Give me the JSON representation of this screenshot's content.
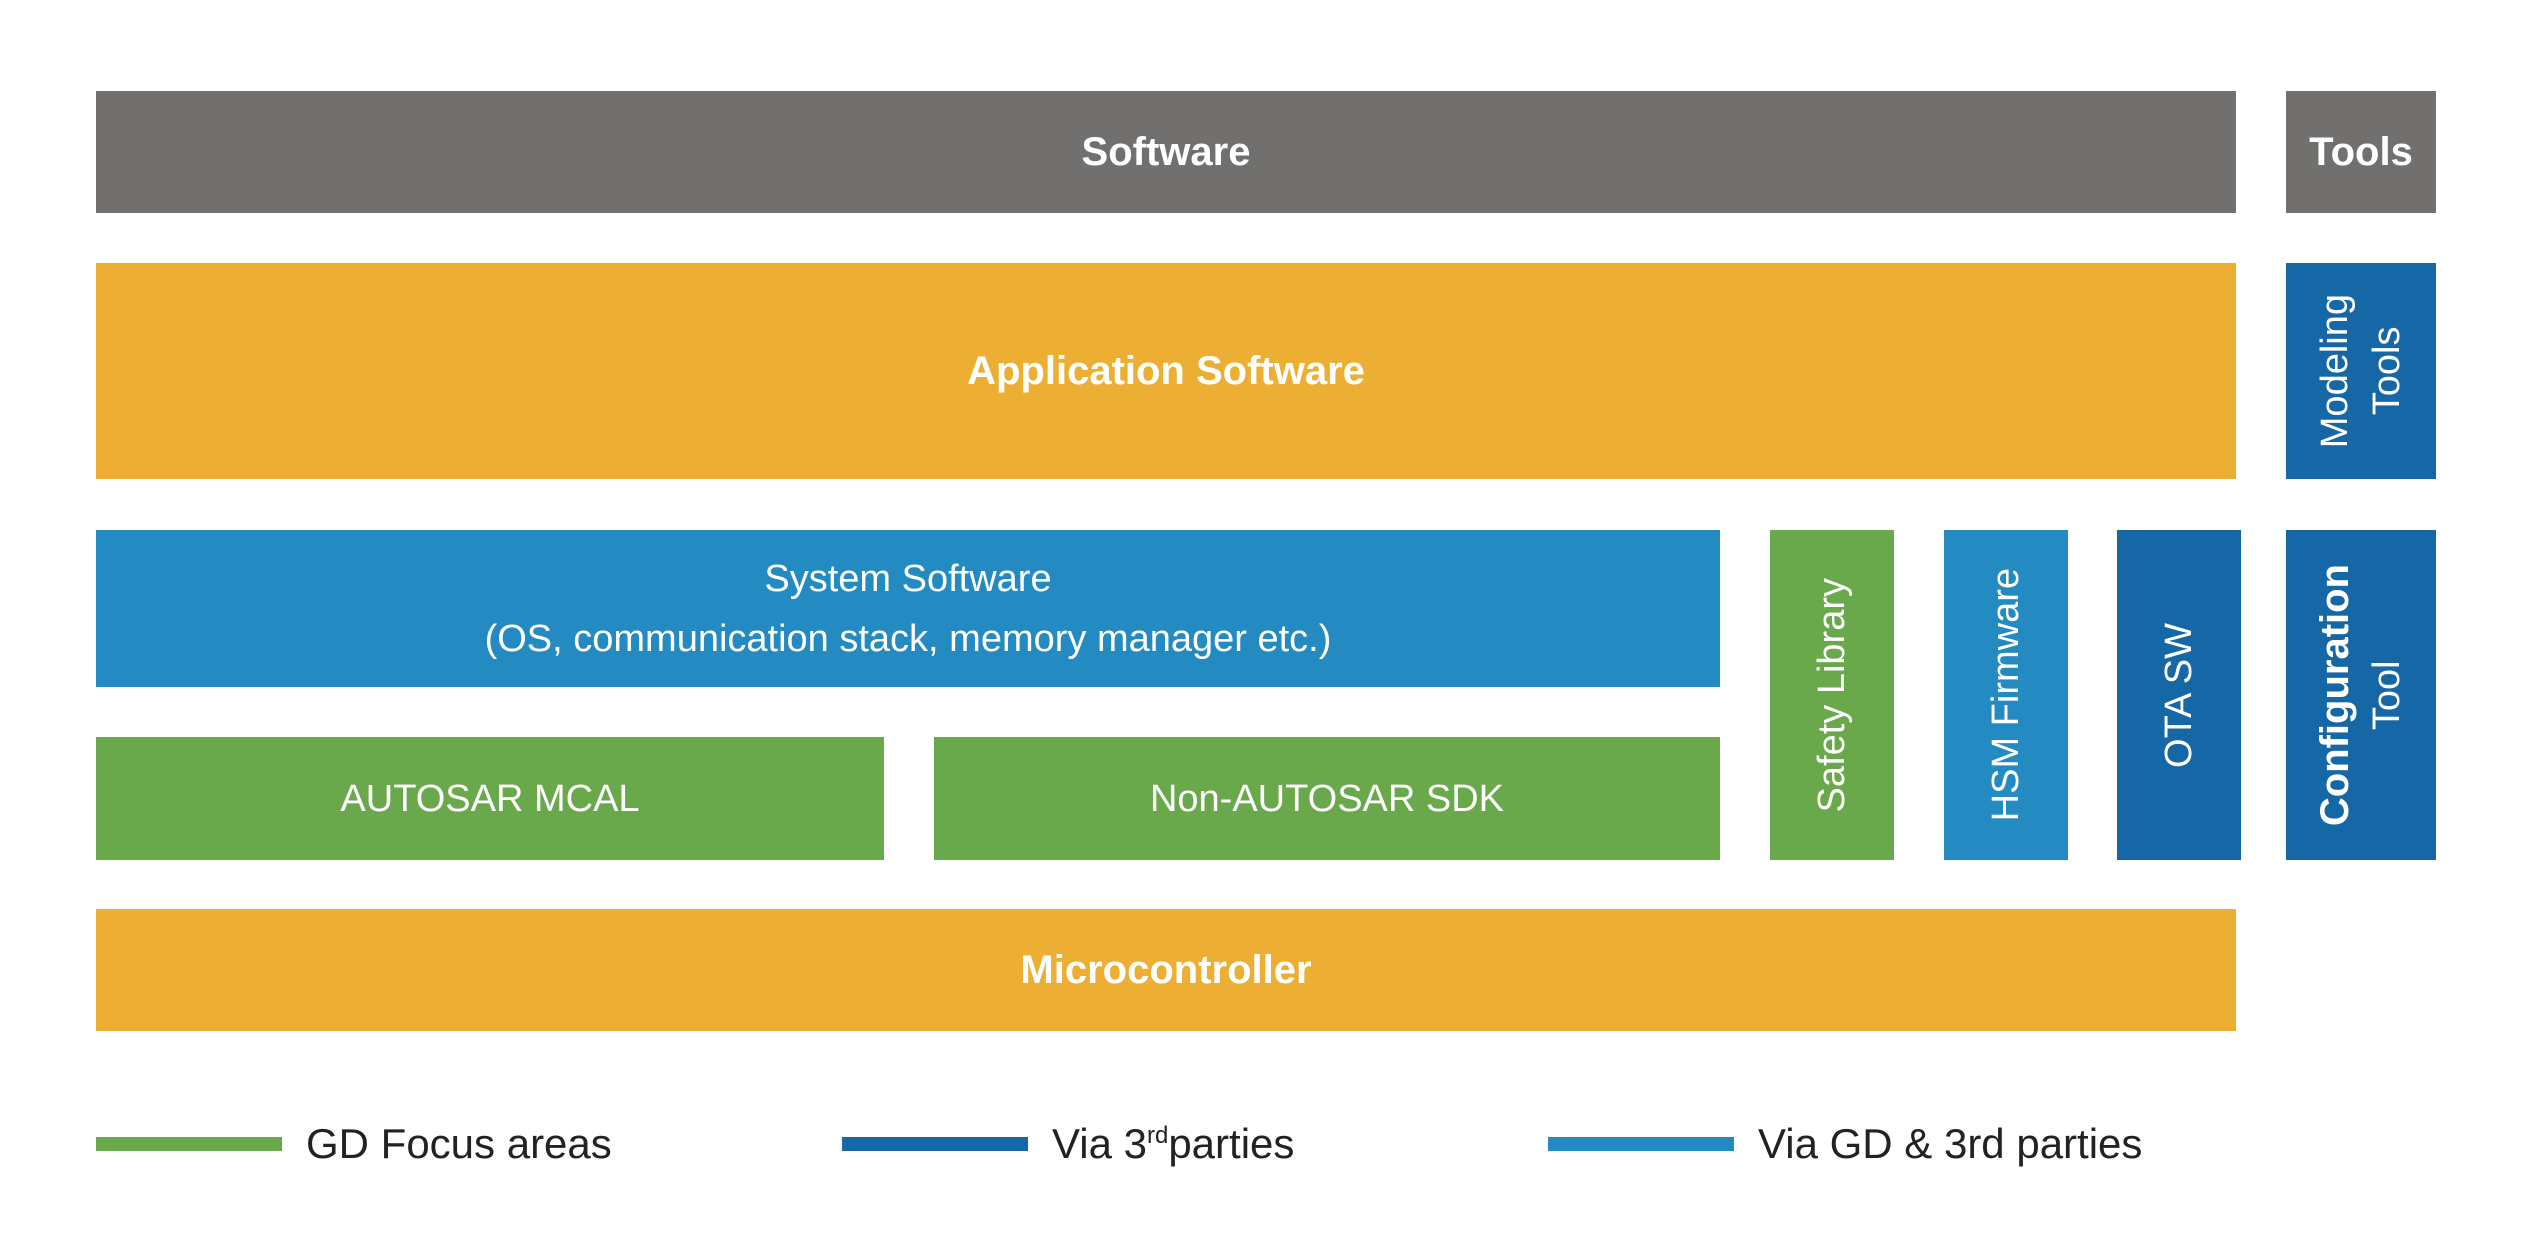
{
  "colors": {
    "gray": "#71706e",
    "gold": "#ecaf34",
    "light_blue": "#238bc1",
    "green": "#69a94b",
    "dark_blue": "#1667a6"
  },
  "top": {
    "software": "Software",
    "tools": "Tools"
  },
  "application": {
    "label": "Application Software",
    "modeling_tools_line1": "Modeling",
    "modeling_tools_line2": "Tools"
  },
  "system": {
    "line1": "System Software",
    "line2": "(OS, communication stack, memory manager etc.)"
  },
  "drivers": {
    "mcal": "AUTOSAR MCAL",
    "sdk": "Non-AUTOSAR SDK"
  },
  "side": {
    "safety": "Safety Library",
    "hsm": "HSM Firmware",
    "ota": "OTA SW",
    "config_line1": "Configuration",
    "config_line2": "Tool"
  },
  "microcontroller": "Microcontroller",
  "legend": {
    "focus": "GD Focus areas",
    "third_prefix": "Via 3",
    "third_sup": "rd",
    "third_suffix": "parties",
    "both": "Via GD & 3rd parties"
  }
}
